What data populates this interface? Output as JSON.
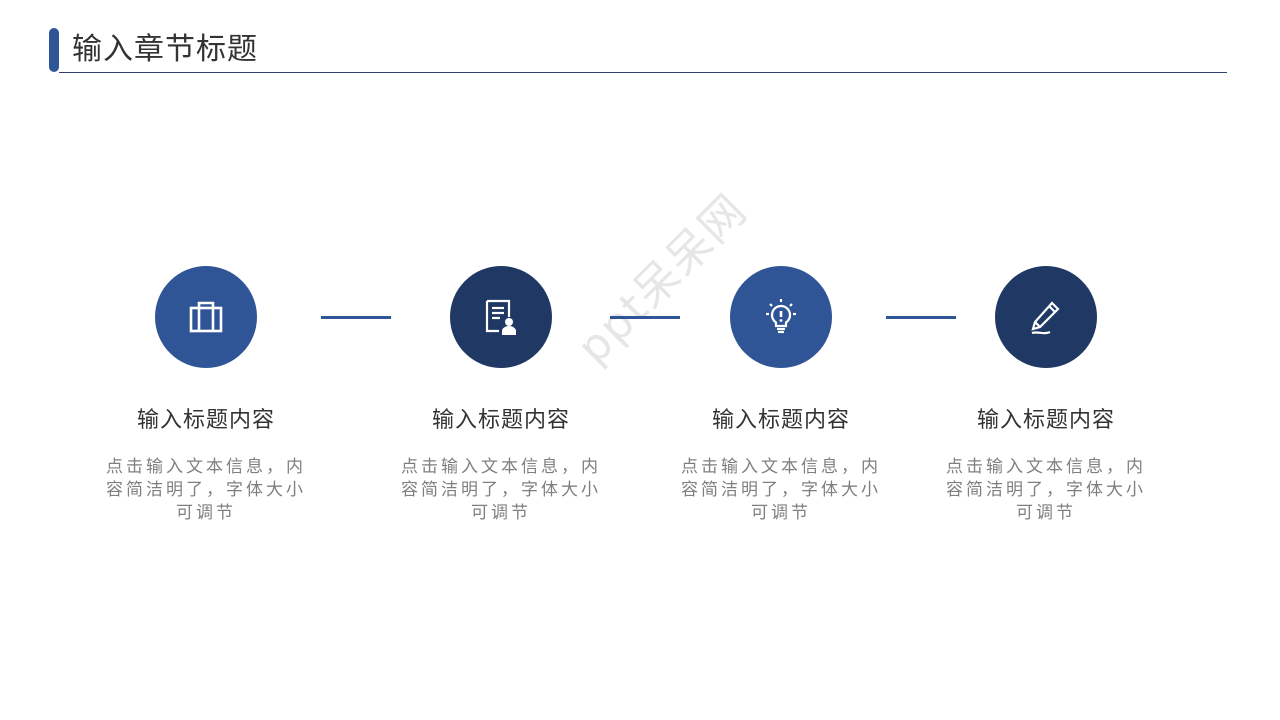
{
  "header": {
    "title": "输入章节标题"
  },
  "colors": {
    "accent": "#2f5597",
    "dark": "#203864",
    "line": "#2f3f6e"
  },
  "watermark": "ppt呆呆网",
  "steps": [
    {
      "icon": "briefcase-icon",
      "color": "#2f5597",
      "title": "输入标题内容",
      "body": "点击输入文本信息，内容简洁明了，字体大小可调节"
    },
    {
      "icon": "document-user-icon",
      "color": "#203864",
      "title": "输入标题内容",
      "body": "点击输入文本信息，内容简洁明了，字体大小可调节"
    },
    {
      "icon": "lightbulb-icon",
      "color": "#2f5597",
      "title": "输入标题内容",
      "body": "点击输入文本信息，内容简洁明了，字体大小可调节"
    },
    {
      "icon": "pencil-icon",
      "color": "#203864",
      "title": "输入标题内容",
      "body": "点击输入文本信息，内容简洁明了，字体大小可调节"
    }
  ]
}
